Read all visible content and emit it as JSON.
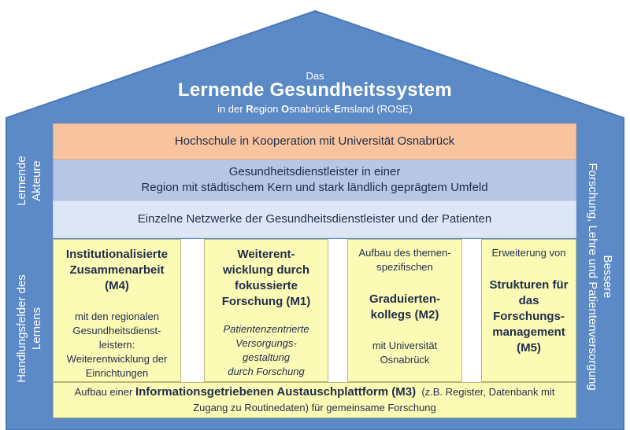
{
  "header": {
    "line1": "Das",
    "title": "Lernende Gesundheitssystem",
    "subtitle_parts": [
      "in der ",
      "R",
      "egion ",
      "O",
      "snabrück-",
      "E",
      "msland (ROSE)"
    ]
  },
  "left_side": {
    "top_lines": [
      "Lernende",
      "Akteure"
    ],
    "bottom_lines": [
      "Handlungsfelder des",
      "Lernens"
    ]
  },
  "right_side": {
    "lines": [
      "Bessere",
      "Forschung, Lehre und Patientenversorgung"
    ]
  },
  "bands": {
    "band1": "Hochschule in Kooperation mit Universität Osnabrück",
    "band2_line1": "Gesundheitsdienstleister in einer",
    "band2_line2": "Region mit städtischem Kern und stark ländlich geprägtem Umfeld",
    "band3": "Einzelne Netzwerke der Gesundheitsdienstleister und der Patienten"
  },
  "columns": {
    "m4": {
      "title_lines": [
        "Institutionalisierte",
        "Zusammenarbeit",
        "(M4)"
      ],
      "desc_lines": [
        "mit den regionalen",
        "Gesundheitsdienst-",
        "leistern:",
        "Weiterentwicklung der",
        "Einrichtungen"
      ]
    },
    "m1": {
      "title_lines": [
        "Weiterent-",
        "wicklung durch",
        "fokussierte",
        "Forschung (M1)"
      ],
      "desc_lines": [
        "Patientenzentrierte",
        "Versorgungs-",
        "gestaltung",
        "durch Forschung"
      ]
    },
    "m2": {
      "intro_lines": [
        "Aufbau des themen-",
        "spezifischen"
      ],
      "title_lines": [
        "Graduierten-",
        "kollegs (M2)"
      ],
      "desc_lines": [
        "mit Universität",
        "Osnabrück"
      ]
    },
    "m5": {
      "intro": "Erweiterung von",
      "title_lines": [
        "Strukturen für",
        "das",
        "Forschungs-",
        "management",
        "(M5)"
      ]
    }
  },
  "bottom": {
    "prefix": "Aufbau einer ",
    "bold": "Informationsgetriebenen Austauschplattform (M3)",
    "suffix": "  (z.B. Register, Datenbank mit",
    "line2": "Zugang zu Routinedaten) für gemeinsame Forschung"
  },
  "colors": {
    "roof": "#5b8ac7",
    "band1": "#f8c49e",
    "band2": "#b7c6e4",
    "band3": "#dde6f4",
    "pillar": "#fcfbb6"
  }
}
